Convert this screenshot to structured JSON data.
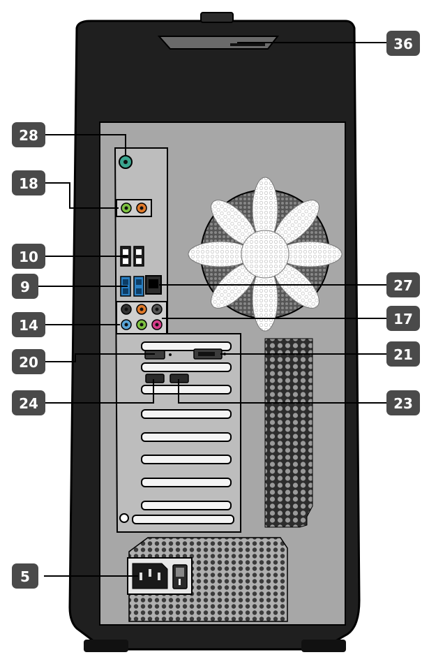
{
  "diagram": {
    "subject": "desktop computer rear panel",
    "callouts": [
      {
        "id": "callout-36",
        "label": "36"
      },
      {
        "id": "callout-28",
        "label": "28"
      },
      {
        "id": "callout-18",
        "label": "18"
      },
      {
        "id": "callout-10",
        "label": "10"
      },
      {
        "id": "callout-9",
        "label": "9"
      },
      {
        "id": "callout-27",
        "label": "27"
      },
      {
        "id": "callout-14",
        "label": "14"
      },
      {
        "id": "callout-17",
        "label": "17"
      },
      {
        "id": "callout-20",
        "label": "20"
      },
      {
        "id": "callout-21",
        "label": "21"
      },
      {
        "id": "callout-24",
        "label": "24"
      },
      {
        "id": "callout-23",
        "label": "23"
      },
      {
        "id": "callout-5",
        "label": "5"
      }
    ]
  },
  "colors": {
    "case_outer": "#1f1f1f",
    "case_panel": "#a7a7a7",
    "io_plate": "#b9b9b9",
    "fan_blade": "#f2f2f2",
    "callout_bg": "#4a4a4a",
    "audio_green": "#7ec242",
    "audio_orange": "#e07a2b",
    "audio_pink": "#d63c8a",
    "audio_blue": "#5aa4d6",
    "ps2_teal": "#3aa58f",
    "usb3_blue": "#2a7fc2"
  }
}
